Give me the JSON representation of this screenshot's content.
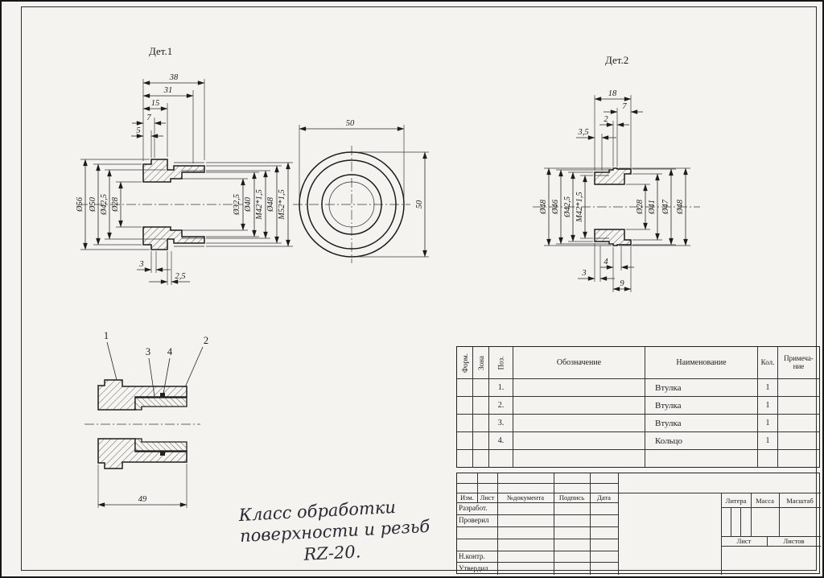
{
  "page": {
    "det1_label": "Дет.1",
    "det2_label": "Дет.2"
  },
  "det1": {
    "top": [
      "38",
      "31",
      "15",
      "7",
      "5"
    ],
    "left": [
      "Ø56",
      "Ø50",
      "Ø42,5",
      "Ø28"
    ],
    "right": [
      "Ø32,5",
      "Ø40",
      "М42*1,5",
      "Ø48",
      "М52*1,5"
    ],
    "bottom": [
      "3",
      "2,5"
    ]
  },
  "front": {
    "dim_top": "50",
    "dim_right": "50"
  },
  "det2": {
    "top": [
      "18",
      "7",
      "2",
      "3,5"
    ],
    "left": [
      "Ø48",
      "Ø46",
      "Ø42,5",
      "М42*1,5"
    ],
    "right": [
      "Ø28",
      "Ø41",
      "Ø47",
      "Ø48"
    ],
    "bottom": [
      "4",
      "3",
      "9"
    ]
  },
  "assembly": {
    "balloons": [
      "1",
      "2",
      "3",
      "4"
    ],
    "dim": "49"
  },
  "note": {
    "line1": "Класс обработки",
    "line2": "поверхности и резьб",
    "line3": "RZ-20."
  },
  "parts_table": {
    "headers": {
      "form": "Форм.",
      "zona": "Зона",
      "poz": "Поз.",
      "oboznachenie": "Обозначение",
      "naimenovanie": "Наименование",
      "kol": "Кол.",
      "prim1": "Примеча-",
      "prim2": "ние"
    },
    "rows": [
      {
        "poz": "1.",
        "naim": "Втулка",
        "kol": "1"
      },
      {
        "poz": "2.",
        "naim": "Втулка",
        "kol": "1"
      },
      {
        "poz": "3.",
        "naim": "Втулка",
        "kol": "1"
      },
      {
        "poz": "4.",
        "naim": "Кольцо",
        "kol": "1"
      }
    ]
  },
  "title_block": {
    "izm": "Изм.",
    "list": "Лист",
    "docnum": "№документа",
    "podpis": "Подпись",
    "data": "Дата",
    "razrab": "Разработ.",
    "proveril": "Проверил",
    "nkontr": "Н.контр.",
    "utverdil": "Утвердил",
    "litera": "Литера",
    "massa": "Масса",
    "masshtab": "Масштаб",
    "list2": "Лист",
    "listov": "Листов"
  }
}
